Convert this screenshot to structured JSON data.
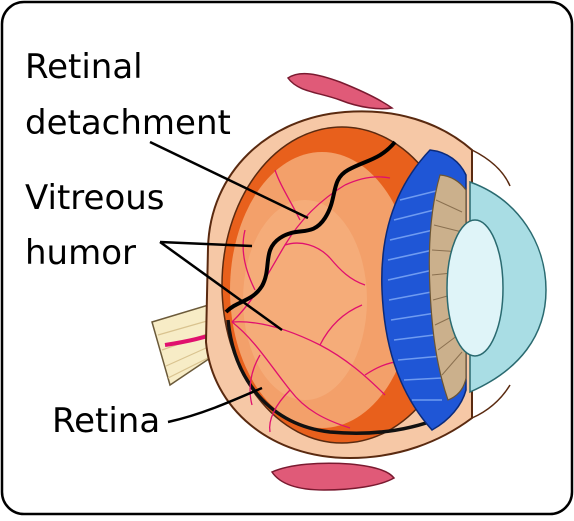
{
  "labels": {
    "retinal_detachment": [
      "Retinal",
      "detachment"
    ],
    "vitreous_humor": [
      "Vitreous",
      "humor"
    ],
    "retina": "Retina"
  },
  "colors": {
    "frame": "#000000",
    "eyeball_outer": "#e8601c",
    "eyeball_inner": "#f5a36a",
    "vitreous": "#f3a06a",
    "sclera": "#f6c8a6",
    "blood_vessel": "#e0106e",
    "ciliary_blue": "#1f56d6",
    "iris_tan": "#cbb08c",
    "lens": "#dff4f8",
    "cornea": "#a9dde4",
    "muscle": "#e05a78",
    "optic_nerve": "#f7ecc6",
    "detachment_line": "#000000"
  }
}
